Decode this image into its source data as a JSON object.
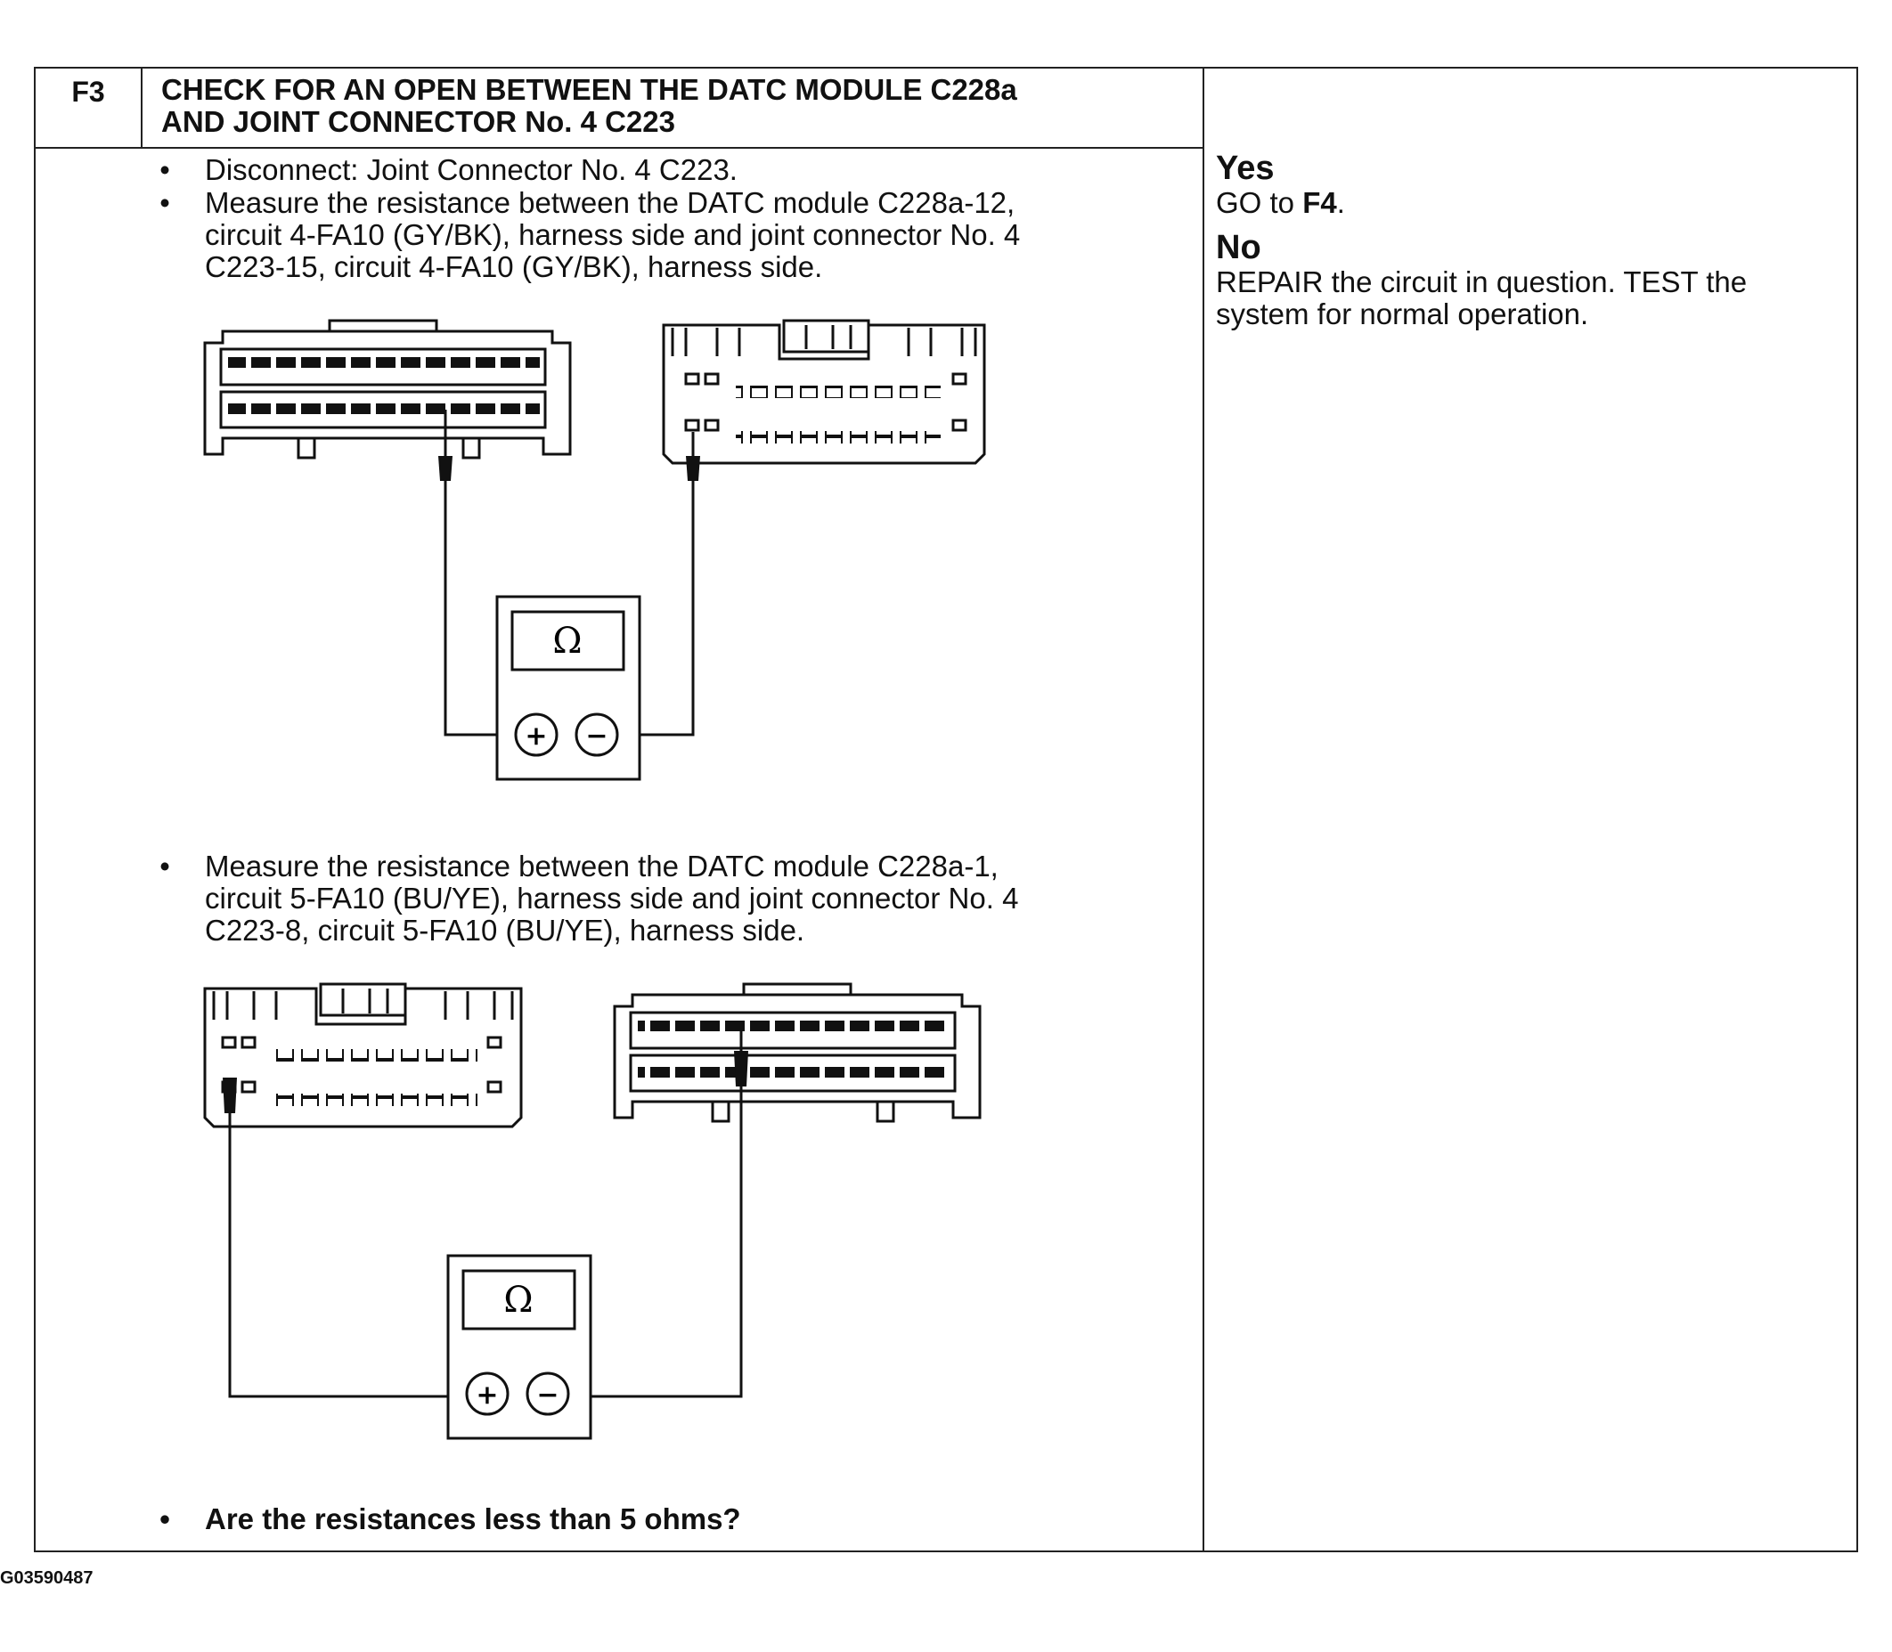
{
  "step": {
    "id": "F3",
    "title_line1": "CHECK FOR AN OPEN BETWEEN THE DATC MODULE C228a",
    "title_line2": "AND JOINT CONNECTOR No. 4 C223"
  },
  "instructions": [
    {
      "bullet": "•",
      "lines": [
        "Disconnect: Joint Connector No. 4 C223."
      ]
    },
    {
      "bullet": "•",
      "lines": [
        "Measure the resistance between the DATC module C228a-12,",
        "circuit 4-FA10 (GY/BK), harness side and joint connector No. 4",
        "C223-15, circuit 4-FA10 (GY/BK), harness side."
      ]
    },
    {
      "bullet": "•",
      "lines": [
        "Measure the resistance between the DATC module C228a-1,",
        "circuit 5-FA10 (BU/YE), harness side and joint connector No. 4",
        "C223-8, circuit 5-FA10 (BU/YE), harness side."
      ]
    },
    {
      "bullet": "•",
      "lines": [
        "Are the resistances less than 5 ohms?"
      ]
    }
  ],
  "results": {
    "yes_label": "Yes",
    "yes_action_prefix": "GO to ",
    "yes_action_target": "F4",
    "yes_action_suffix": ".",
    "no_label": "No",
    "no_action_line1": "REPAIR the circuit in question. TEST the",
    "no_action_line2": "system for normal operation."
  },
  "meter": {
    "symbol": "Ω",
    "plus": "+",
    "minus": "−"
  },
  "figure_id": "G03590487"
}
